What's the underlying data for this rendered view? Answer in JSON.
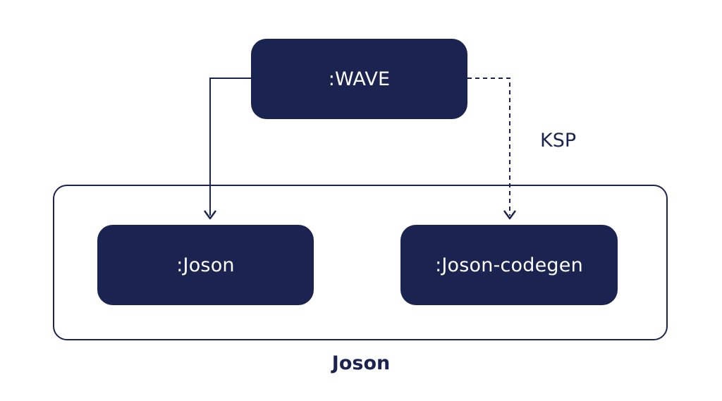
{
  "diagram": {
    "nodes": {
      "wave": ":WAVE",
      "joson": ":Joson",
      "joson_codegen": ":Joson-codegen"
    },
    "edges": [
      {
        "from": ":WAVE",
        "to": ":Joson",
        "style": "solid",
        "label": ""
      },
      {
        "from": ":WAVE",
        "to": ":Joson-codegen",
        "style": "dashed",
        "label": "KSP"
      }
    ],
    "group": {
      "label": "Joson",
      "members": [
        ":Joson",
        ":Joson-codegen"
      ]
    },
    "colors": {
      "node_fill": "#1b2450",
      "node_text": "#ffffff",
      "line": "#1b2450",
      "background": "#ffffff"
    }
  }
}
